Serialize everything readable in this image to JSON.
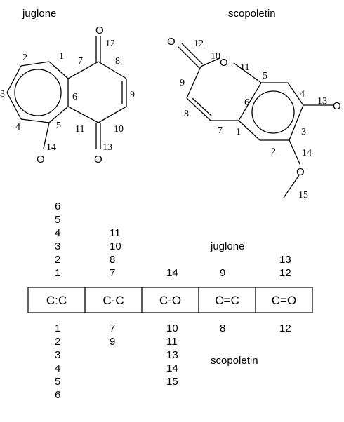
{
  "molecules": {
    "juglone": {
      "name": "juglone",
      "atom_oxygen": "O",
      "numbers": [
        "1",
        "2",
        "3",
        "4",
        "5",
        "6",
        "7",
        "8",
        "9",
        "10",
        "11",
        "12",
        "13",
        "14"
      ]
    },
    "scopoletin": {
      "name": "scopoletin",
      "atom_oxygen": "O",
      "numbers": [
        "1",
        "2",
        "3",
        "4",
        "5",
        "6",
        "7",
        "8",
        "9",
        "10",
        "11",
        "12",
        "13",
        "14",
        "15"
      ]
    }
  },
  "table": {
    "cells": [
      "C:C",
      "C-C",
      "C-O",
      "C=C",
      "C=O"
    ],
    "juglone_label": "juglone",
    "scopoletin_label": "scopoletin",
    "above": [
      [
        "6",
        "5",
        "4",
        "3",
        "2",
        "1"
      ],
      [
        "11",
        "10",
        "8",
        "7"
      ],
      [
        "14"
      ],
      [
        "9"
      ],
      [
        "13",
        "12"
      ]
    ],
    "below": [
      [
        "1",
        "2",
        "3",
        "4",
        "5",
        "6"
      ],
      [
        "7",
        "9"
      ],
      [
        "10",
        "11",
        "13",
        "14",
        "15"
      ],
      [
        "8"
      ],
      [
        "12"
      ]
    ]
  }
}
